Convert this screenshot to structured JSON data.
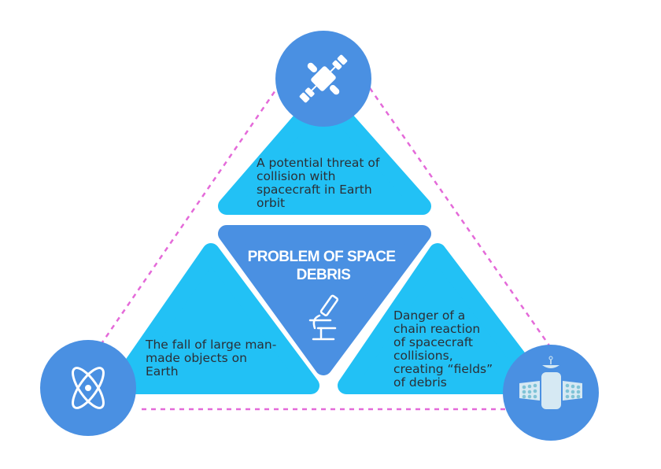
{
  "title": [
    "PROBLEM OF SPACE",
    "DEBRIS"
  ],
  "top_text": [
    "A potential threat of",
    "collision with",
    "spacecraft in Earth",
    "orbit"
  ],
  "left_text": [
    "The fall of large man-",
    "made objects on",
    "Earth"
  ],
  "right_text": [
    "Danger of a",
    "chain reaction",
    "of spacecraft",
    "collisions,",
    "creating “fields”",
    "of debris"
  ],
  "icons": {
    "top": "satellite-icon",
    "left": "atom-icon",
    "right": "space-station-icon",
    "center": "microscope-icon"
  },
  "colors": {
    "light": "#22c1f5",
    "dark": "#4a90e2",
    "dash": "#e46ad9"
  }
}
